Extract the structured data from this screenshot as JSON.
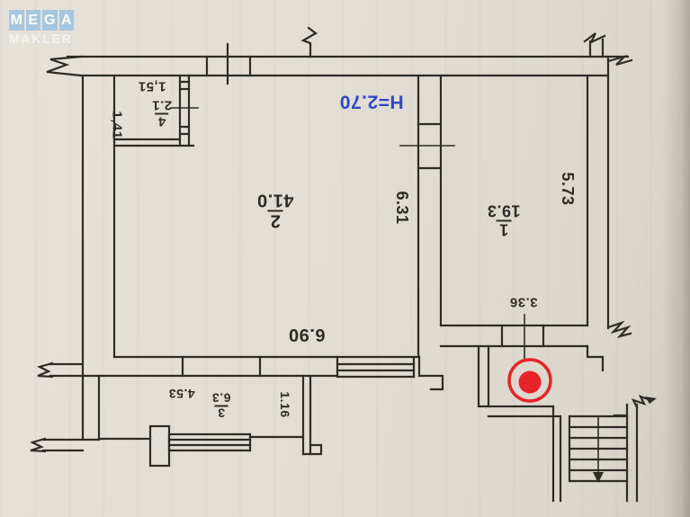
{
  "logo": {
    "mega_letters": [
      "M",
      "E",
      "G",
      "A"
    ],
    "makler": "MAKLER"
  },
  "plan": {
    "ceiling_height": "H=2.70",
    "rooms": [
      {
        "number": "1",
        "area": "19.3"
      },
      {
        "number": "2",
        "area": "41.0"
      },
      {
        "number": "3",
        "area": "6.3"
      },
      {
        "number": "4",
        "area": "2.1"
      }
    ],
    "dimensions": {
      "room4_width": "1,51",
      "room4_depth": "1,41",
      "room2_length": "6.31",
      "room2_width": "6.90",
      "room1_length": "5.73",
      "entry_span": "3.36",
      "room3_length": "4.53",
      "room3_width": "1.16"
    }
  },
  "colors": {
    "paper": "#e2ddd4",
    "ink": "#2e2c27",
    "accent_red": "#e8242b",
    "blue_ink": "#2f49c4",
    "logo_blue": "#a6c7de",
    "logo_text": "#f3f6f7"
  }
}
